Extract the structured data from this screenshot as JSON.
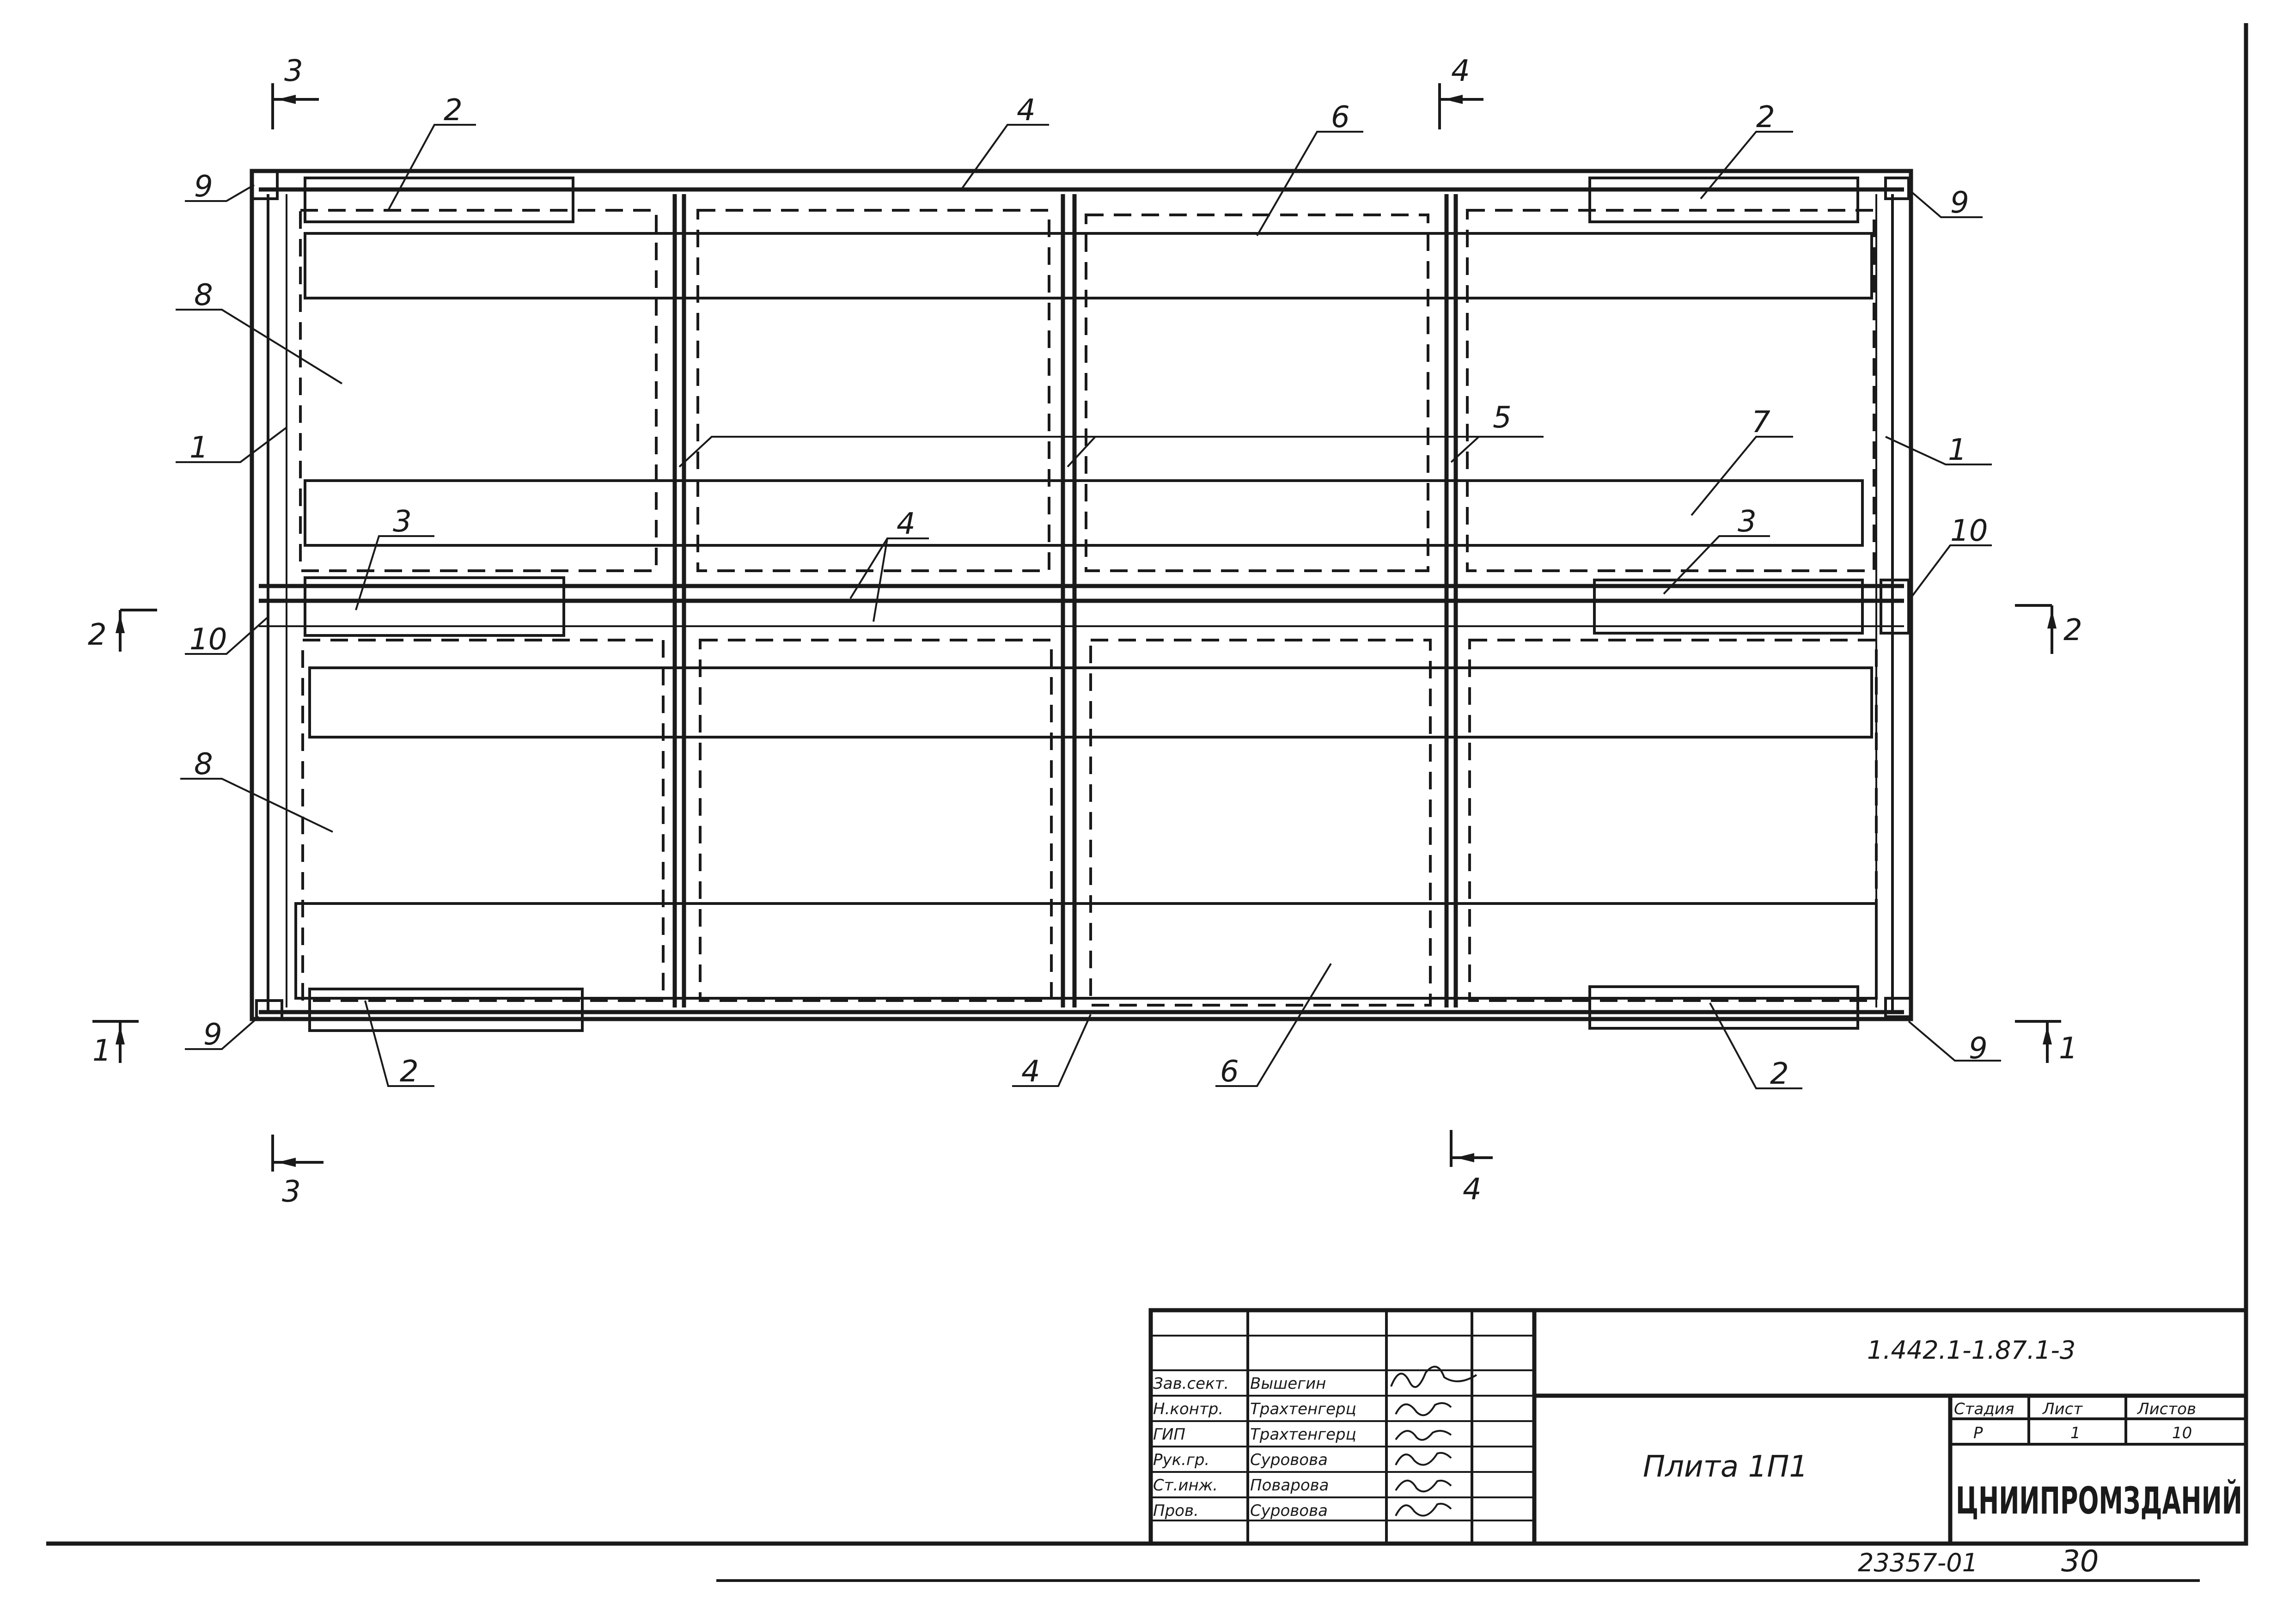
{
  "callouts": {
    "n1": "1",
    "n2": "2",
    "n3": "3",
    "n4": "4",
    "n5": "5",
    "n6": "6",
    "n7": "7",
    "n8": "8",
    "n9": "9",
    "n10": "10"
  },
  "sections": {
    "s1": "1",
    "s2": "2",
    "s3": "3",
    "s4": "4"
  },
  "title_block": {
    "doc_code": "1.442.1-1.87.1-3",
    "title": "Плита 1П1",
    "header_stage": "Стадия",
    "header_sheet": "Лист",
    "header_sheets": "Листов",
    "stage": "Р",
    "sheet": "1",
    "sheets": "10",
    "organization": "ЦНИИПРОМЗДАНИЙ",
    "roles": [
      {
        "role": "Зав.сект.",
        "name": "Вышегин"
      },
      {
        "role": "Н.контр.",
        "name": "Трахтенгерц"
      },
      {
        "role": "ГИП",
        "name": "Трахтенгерц"
      },
      {
        "role": "Рук.гр.",
        "name": "Суровова"
      },
      {
        "role": "Ст.инж.",
        "name": "Поварова"
      },
      {
        "role": "Пров.",
        "name": "Суровова"
      }
    ],
    "archive_no": "23357-01",
    "page_no": "30"
  }
}
